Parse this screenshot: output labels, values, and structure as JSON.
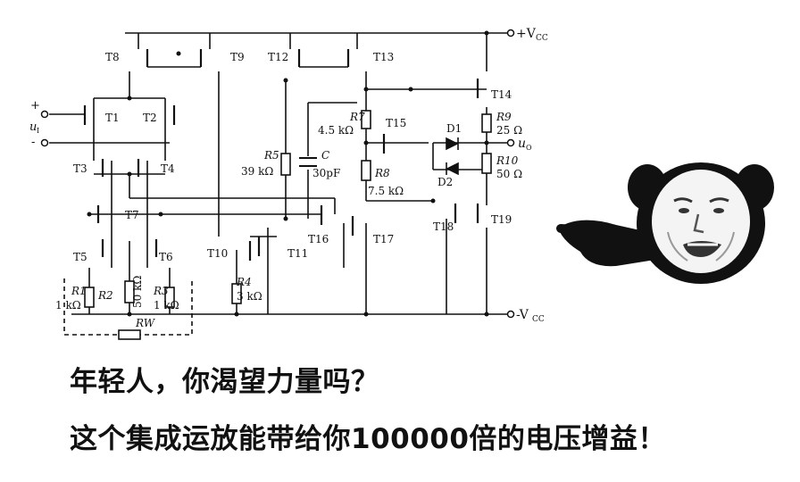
{
  "circuit": {
    "labels": {
      "vcc_pos": "+V",
      "vcc_pos_sub": "CC",
      "vcc_neg": "-V",
      "vcc_neg_sub": "CC",
      "output": "u",
      "output_sub": "O",
      "input": "u",
      "input_sub": "I",
      "plus": "+",
      "minus": "-"
    },
    "transistors": [
      "T1",
      "T2",
      "T3",
      "T4",
      "T5",
      "T6",
      "T7",
      "T8",
      "T9",
      "T10",
      "T11",
      "T12",
      "T13",
      "T14",
      "T15",
      "T16",
      "T17",
      "T18",
      "T19"
    ],
    "resistors": [
      {
        "name": "R1",
        "value": "1 kΩ"
      },
      {
        "name": "R2",
        "value": "50 kΩ"
      },
      {
        "name": "R3",
        "value": "1 kΩ"
      },
      {
        "name": "R4",
        "value": "3 kΩ"
      },
      {
        "name": "R5",
        "value": "39 kΩ"
      },
      {
        "name": "R7",
        "value": "4.5 kΩ"
      },
      {
        "name": "R8",
        "value": "7.5 kΩ"
      },
      {
        "name": "R9",
        "value": "25 Ω"
      },
      {
        "name": "R10",
        "value": "50 Ω"
      },
      {
        "name": "RW",
        "value": ""
      }
    ],
    "capacitor": {
      "name": "C",
      "value": "30pF"
    },
    "diodes": [
      "D1",
      "D2"
    ]
  },
  "caption": {
    "line1": "年轻人，你渴望力量吗？",
    "line2": "这个集成运放能带给你100000倍的电压增益！"
  },
  "meme": {
    "icon": "panda-face-pointing-icon"
  }
}
